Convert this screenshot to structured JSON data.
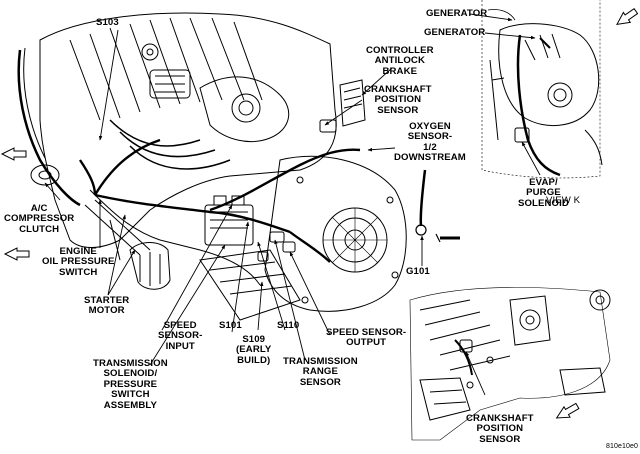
{
  "labels": {
    "s103": "S103",
    "generator_top": "GENERATOR",
    "generator_second": "GENERATOR",
    "controller_antilock_brake": "CONTROLLER\nANTILOCK\nBRAKE",
    "crankshaft_position_sensor_upper": "CRANKSHAFT\nPOSITION\nSENSOR",
    "oxygen_sensor_downstream": "OXYGEN\nSENSOR-\n1/2\nDOWNSTREAM",
    "ac_compressor_clutch": "A/C\nCOMPRESSOR\nCLUTCH",
    "engine_oil_pressure_switch": "ENGINE\nOIL PRESSURE\nSWITCH",
    "evap_purge_solenoid": "EVAP/\nPURGE\nSOLENOID",
    "view_k": "VIEW K",
    "g101": "G101",
    "starter_motor": "STARTER\nMOTOR",
    "speed_sensor_input": "SPEED\nSENSOR-\nINPUT",
    "s101": "S101",
    "s110": "S110",
    "speed_sensor_output": "SPEED SENSOR-\nOUTPUT",
    "s109_early_build": "S109\n(EARLY\nBUILD)",
    "transmission_solenoid_assembly": "TRANSMISSION\nSOLENOID/\nPRESSURE\nSWITCH\nASSEMBLY",
    "transmission_range_sensor": "TRANSMISSION\nRANGE\nSENSOR",
    "crankshaft_position_sensor_lower": "CRANKSHAFT\nPOSITION\nSENSOR",
    "figure_id": "810e10e0"
  },
  "icons": [
    "direction-arrow-icon"
  ]
}
